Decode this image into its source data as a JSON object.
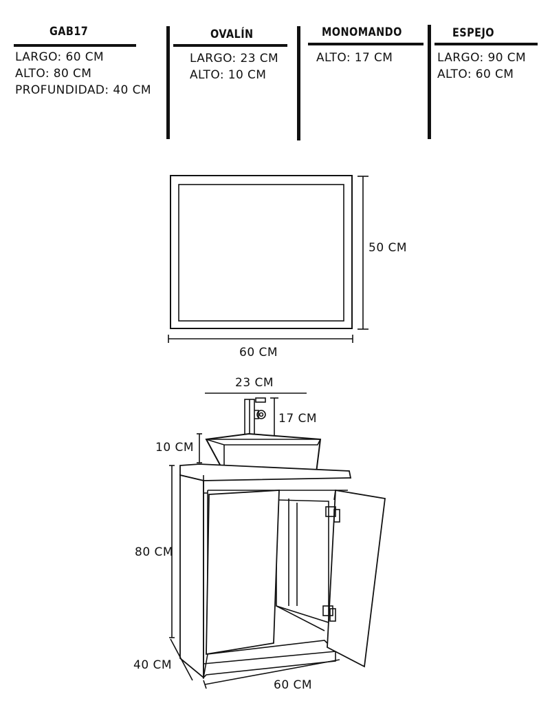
{
  "columns": [
    {
      "title": "GAB17",
      "specs": [
        "LARGO: 60 CM",
        "ALTO: 80 CM",
        "PROFUNDIDAD: 40 CM"
      ]
    },
    {
      "title": "OVALÍN",
      "specs": [
        "LARGO: 23 CM",
        "ALTO: 10 CM"
      ]
    },
    {
      "title": "MONOMANDO",
      "specs": [
        "ALTO: 17 CM"
      ]
    },
    {
      "title": "ESPEJO",
      "specs": [
        "LARGO: 90 CM",
        "ALTO: 60 CM"
      ]
    }
  ],
  "mirror": {
    "height_label": "50 CM",
    "width_label": "60 CM"
  },
  "cabinet": {
    "sink_width_label": "23 CM",
    "faucet_height_label": "17 CM",
    "sink_height_label": "10 CM",
    "cabinet_height_label": "80 CM",
    "cabinet_depth_label": "40 CM",
    "cabinet_width_label": "60 CM"
  }
}
